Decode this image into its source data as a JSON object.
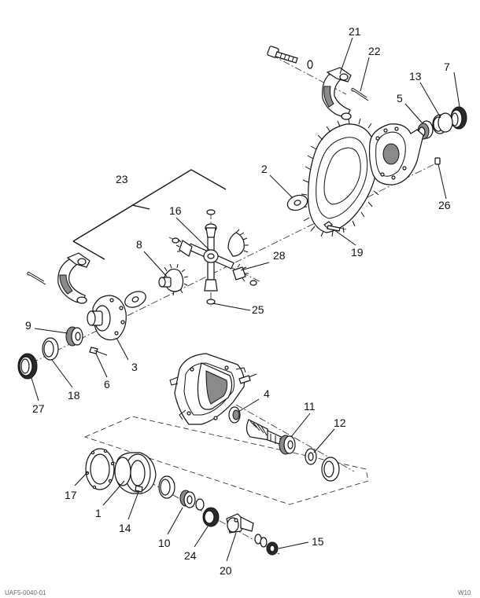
{
  "figure_code": "UAF5-0040-01",
  "figure_code_right": "W10",
  "callouts": [
    {
      "id": "c21",
      "text": "21"
    },
    {
      "id": "c22",
      "text": "22"
    },
    {
      "id": "c13",
      "text": "13"
    },
    {
      "id": "c7",
      "text": "7"
    },
    {
      "id": "c5",
      "text": "5"
    },
    {
      "id": "c2",
      "text": "2"
    },
    {
      "id": "c26",
      "text": "26"
    },
    {
      "id": "c23",
      "text": "23"
    },
    {
      "id": "c16",
      "text": "16"
    },
    {
      "id": "c19",
      "text": "19"
    },
    {
      "id": "c8",
      "text": "8"
    },
    {
      "id": "c28",
      "text": "28"
    },
    {
      "id": "c25",
      "text": "25"
    },
    {
      "id": "c9",
      "text": "9"
    },
    {
      "id": "c3",
      "text": "3"
    },
    {
      "id": "c6",
      "text": "6"
    },
    {
      "id": "c18",
      "text": "18"
    },
    {
      "id": "c27",
      "text": "27"
    },
    {
      "id": "c4",
      "text": "4"
    },
    {
      "id": "c11",
      "text": "11"
    },
    {
      "id": "c12",
      "text": "12"
    },
    {
      "id": "c17",
      "text": "17"
    },
    {
      "id": "c1",
      "text": "1"
    },
    {
      "id": "c14",
      "text": "14"
    },
    {
      "id": "c10",
      "text": "10"
    },
    {
      "id": "c24",
      "text": "24"
    },
    {
      "id": "c20",
      "text": "20"
    },
    {
      "id": "c15",
      "text": "15"
    }
  ]
}
